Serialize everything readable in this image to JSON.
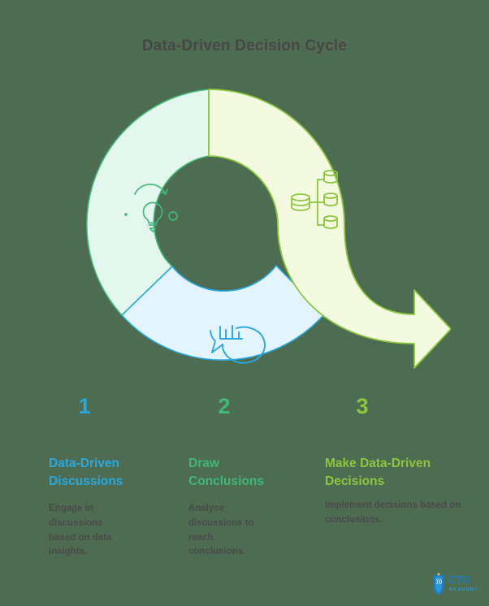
{
  "page": {
    "title": "Data-Driven Decision Cycle",
    "background_color": "#4e6c52"
  },
  "diagram": {
    "type": "cycle-donut-with-arrow",
    "segments": [
      {
        "id": "discussions",
        "icon": "lightbulb-idea-icon",
        "fill_color": "#e4f7ee",
        "stroke_color": "#3fb878",
        "position": "top-left"
      },
      {
        "id": "conclusions",
        "icon": "chat-bar-chart-icon",
        "fill_color": "#e3f4fd",
        "stroke_color": "#29a8df",
        "position": "bottom"
      },
      {
        "id": "decisions",
        "icon": "database-branch-icon",
        "fill_color": "#f4fadf",
        "stroke_color": "#8cc63e",
        "position": "right-arrow"
      }
    ]
  },
  "steps": [
    {
      "number": "1",
      "heading": "Data-Driven Discussions",
      "description": "Engage in discussions based on data insights.",
      "color": "#29a8df"
    },
    {
      "number": "2",
      "heading": "Draw Conclusions",
      "description": "Analyse discussions to reach conclusions.",
      "color": "#3fb878"
    },
    {
      "number": "3",
      "heading": "Make Data-Driven Decisions",
      "description": "Implement decisions based on conclusions.",
      "color": "#8cc63e"
    }
  ],
  "logo": {
    "name": "CTO Academy",
    "primary_text": "CTO",
    "secondary_text": "ACADEMY",
    "color": "#1c7cc0"
  }
}
